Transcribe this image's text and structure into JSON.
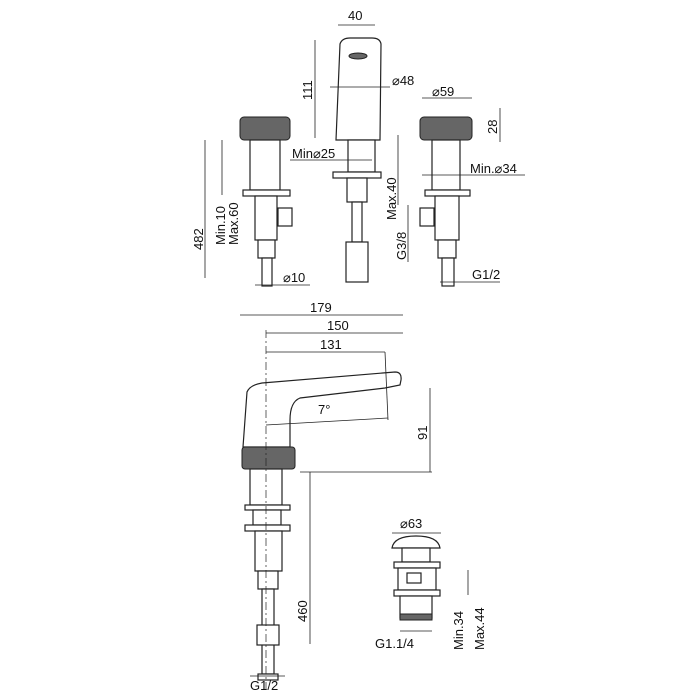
{
  "top_view": {
    "width_spout": "40",
    "height_spout": "111",
    "dia_spout": "⌀48",
    "dia_handle": "⌀59",
    "height_handle": "28",
    "min_hole_spout": "Min⌀25",
    "min_hole_valve": "Min.⌀34",
    "max_deck": "Max.40",
    "inlet_thread": "G3/8",
    "outlet_thread": "G1/2",
    "pipe_dia": "⌀10",
    "total_height": "482",
    "deck_min": "Min.10",
    "deck_max": "Max.60"
  },
  "side_view": {
    "overall_reach": "179",
    "reach_150": "150",
    "reach_131": "131",
    "angle": "7°",
    "spout_height": "91",
    "hose_length": "460",
    "hose_thread": "G1/2"
  },
  "drain": {
    "dia": "⌀63",
    "thread": "G1.1/4",
    "min": "Min.34",
    "max": "Max.44"
  }
}
